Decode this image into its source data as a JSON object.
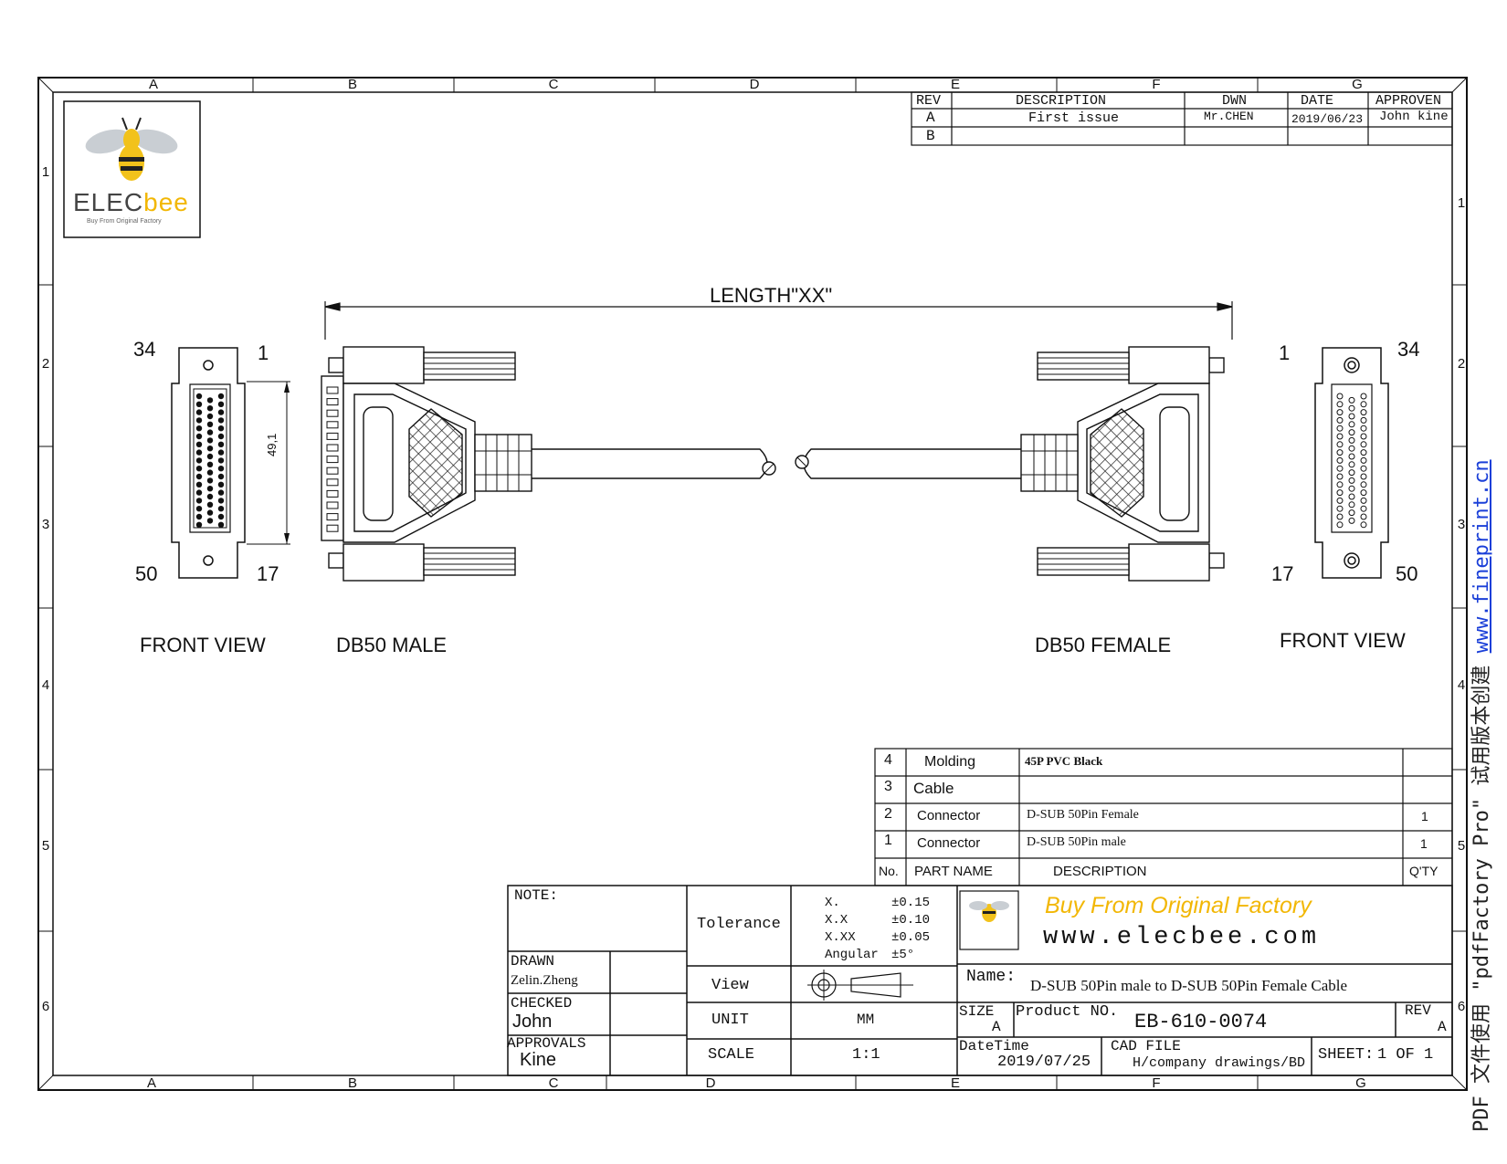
{
  "zones": {
    "columns": [
      "A",
      "B",
      "C",
      "D",
      "E",
      "F",
      "G"
    ],
    "rows": [
      "1",
      "2",
      "3",
      "4",
      "5",
      "6"
    ]
  },
  "revision_table": {
    "headers": {
      "rev": "REV",
      "description": "DESCRIPTION",
      "dwn": "DWN",
      "date": "DATE",
      "approven": "APPROVEN"
    },
    "rows": [
      {
        "rev": "A",
        "description": "First issue",
        "dwn": "Mr.CHEN",
        "date": "2019/06/23",
        "approven": "John kine"
      },
      {
        "rev": "B",
        "description": "",
        "dwn": "",
        "date": "",
        "approven": ""
      }
    ]
  },
  "logo": {
    "brand_prefix": "ELEC",
    "brand_suffix": "bee",
    "tagline": "Buy From Original Factory"
  },
  "drawing": {
    "length_label": "LENGTH\"XX\"",
    "dimension": "49,1",
    "left_front": {
      "tl": "34",
      "tr": "1",
      "bl": "50",
      "br": "17",
      "caption": "FRONT VIEW"
    },
    "left_connector_caption": "DB50 MALE",
    "right_connector_caption": "DB50 FEMALE",
    "right_front": {
      "tl": "1",
      "tr": "34",
      "bl": "17",
      "br": "50",
      "caption": "FRONT VIEW"
    }
  },
  "bom": {
    "headers": {
      "no": "No.",
      "part": "PART NAME",
      "desc": "DESCRIPTION",
      "qty": "Q'TY"
    },
    "rows": [
      {
        "no": "4",
        "part": "Molding",
        "desc": "45P PVC Black",
        "qty": ""
      },
      {
        "no": "3",
        "part": "Cable",
        "desc": "",
        "qty": ""
      },
      {
        "no": "2",
        "part": "Connector",
        "desc": "D-SUB 50Pin Female",
        "qty": "1"
      },
      {
        "no": "1",
        "part": "Connector",
        "desc": "D-SUB 50Pin male",
        "qty": "1"
      }
    ]
  },
  "title_block": {
    "note_label": "NOTE:",
    "drawn_label": "DRAWN",
    "drawn_value": "Zelin.Zheng",
    "checked_label": "CHECKED",
    "checked_value": "John",
    "approvals_label": "APPROVALS",
    "approvals_value": "Kine",
    "tolerance_label": "Tolerance",
    "tolerances": [
      {
        "k": "X.",
        "v": "±0.15"
      },
      {
        "k": "X.X",
        "v": "±0.10"
      },
      {
        "k": "X.XX",
        "v": "±0.05"
      },
      {
        "k": "Angular",
        "v": "±5°"
      }
    ],
    "view_label": "View",
    "unit_label": "UNIT",
    "unit_value": "MM",
    "scale_label": "SCALE",
    "scale_value": "1:1",
    "slogan": "Buy From Original  Factory",
    "website": "www.elecbee.com",
    "name_label": "Name:",
    "name_value": "D-SUB 50Pin male to D-SUB 50Pin Female Cable",
    "size_label": "SIZE",
    "size_value": "A",
    "product_label": "Product NO.",
    "product_value": "EB-610-0074",
    "rev_label": "REV",
    "rev_value": "A",
    "datetime_label": "DateTime",
    "datetime_value": "2019/07/25",
    "cadfile_label": "CAD FILE",
    "cadfile_value": "H/company drawings/BD",
    "sheet_label": "SHEET:",
    "sheet_value": "1 OF 1"
  },
  "watermark": {
    "text": "PDF 文件使用 \"pdfFactory Pro\" 试用版本创建 ",
    "link": "www.fineprint.cn"
  }
}
